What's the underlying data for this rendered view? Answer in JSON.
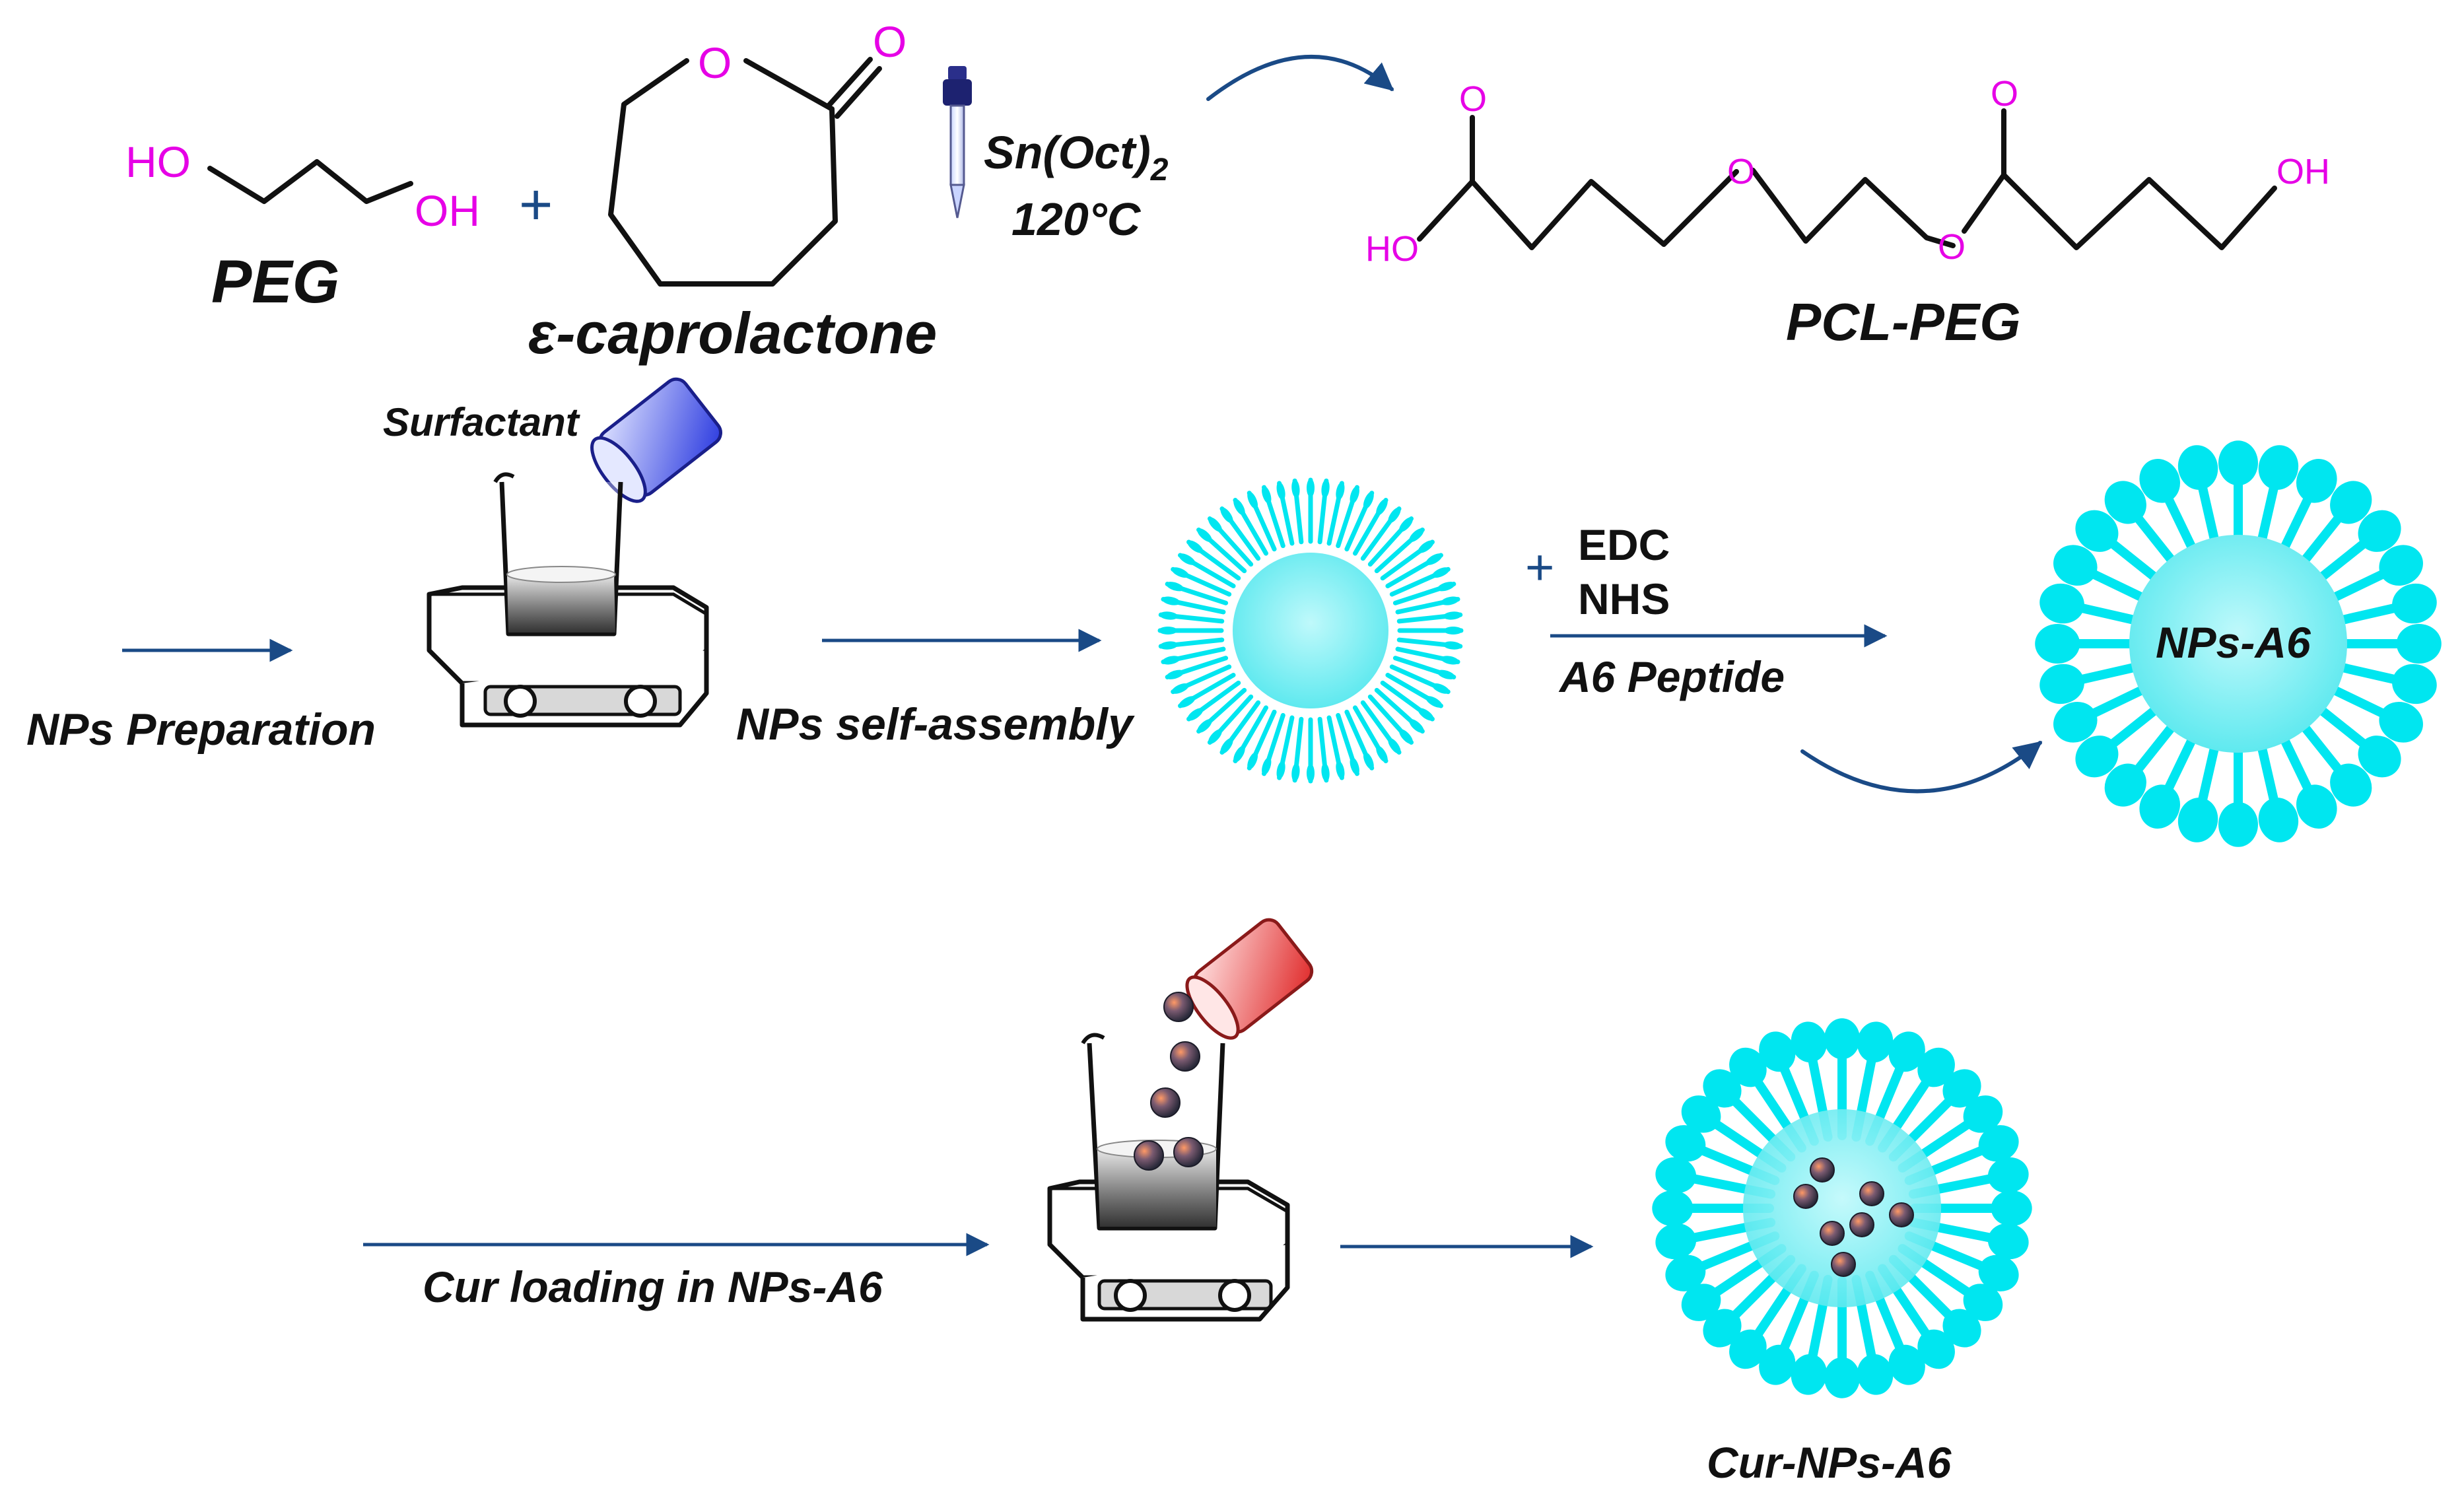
{
  "reaction": {
    "peg_label": "PEG",
    "caprolactone_label": "ε-caprolactone",
    "plus": "+",
    "catalyst_name": "Sn(Oct)",
    "catalyst_sub": "2",
    "temperature": "120°C",
    "product_label": "PCL-PEG",
    "atoms": {
      "ho": "HO",
      "oh": "OH",
      "o": "O"
    }
  },
  "prep": {
    "surfactant_label": "Surfactant",
    "preparation_label": "NPs Preparation",
    "self_assembly_label": "NPs self-assembly",
    "plus": "+",
    "reagent_1": "EDC",
    "reagent_2": "NHS",
    "peptide_label": "A6 Peptide",
    "nps_a6_label": "NPs-A6"
  },
  "loading": {
    "step_label": "Cur loading in NPs-A6",
    "product_label": "Cur-NPs-A6"
  },
  "colors": {
    "arrow": "#1a4a86",
    "heteroatom": "#e600e6",
    "nanoparticle": "#00e6f0",
    "nanoparticle_core": "#7ff2f6",
    "surfactant_beaker": "#3a49e8",
    "drug_beaker": "#e83a3a"
  }
}
